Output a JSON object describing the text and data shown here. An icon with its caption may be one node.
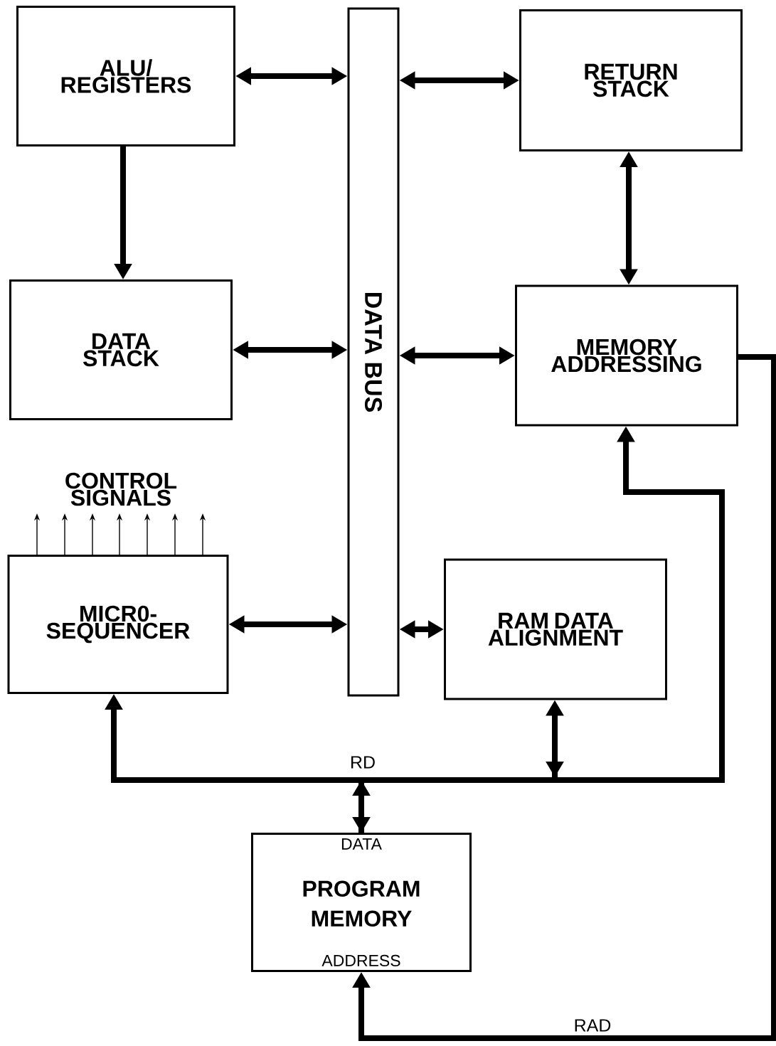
{
  "diagram": {
    "nodes": [
      {
        "text": [
          "ALU/ REGISTERS"
        ]
      },
      {
        "text": [
          "DATA BUS"
        ]
      },
      {
        "text": [
          "RETURN STACK"
        ]
      },
      {
        "text": [
          "DATA STACK"
        ]
      },
      {
        "text": [
          "MEMORY ADDRESSING"
        ]
      },
      {
        "text": [
          "MICR0- SEQUENCER"
        ]
      },
      {
        "text": [
          "RAM DATA ALIGNMENT"
        ]
      },
      {
        "text": [
          "DATA",
          "PROGRAM MEMORY",
          "ADDRESS"
        ]
      },
      {
        "text": [
          "CONTROL SIGNALS"
        ]
      }
    ],
    "edges": [
      {
        "from": 0,
        "to": 1,
        "arrow": "both"
      },
      {
        "from": 1,
        "to": 2,
        "arrow": "both"
      },
      {
        "from": 0,
        "to": 3,
        "arrow": "to"
      },
      {
        "from": 2,
        "to": 4,
        "arrow": "both"
      },
      {
        "from": 3,
        "to": 1,
        "arrow": "both"
      },
      {
        "from": 1,
        "to": 4,
        "arrow": "both"
      },
      {
        "from": 5,
        "to": 1,
        "arrow": "both"
      },
      {
        "from": 1,
        "to": 6,
        "arrow": "both"
      },
      {
        "from": 7,
        "to": 5,
        "arrow": "both"
      },
      {
        "from": 7,
        "to": 6,
        "arrow": "to",
        "label": "RD"
      },
      {
        "from": 7,
        "to": 4,
        "arrow": "to"
      },
      {
        "from": 4,
        "to": 7,
        "arrow": "to",
        "label": "RAD"
      },
      {
        "from": 5,
        "to": 8,
        "arrow": "to"
      },
      {
        "from": 5,
        "to": 8,
        "arrow": "to"
      },
      {
        "from": 5,
        "to": 8,
        "arrow": "to"
      },
      {
        "from": 5,
        "to": 8,
        "arrow": "to"
      },
      {
        "from": 5,
        "to": 8,
        "arrow": "to"
      },
      {
        "from": 5,
        "to": 8,
        "arrow": "to"
      },
      {
        "from": 5,
        "to": 8,
        "arrow": "to"
      }
    ],
    "labels": []
  }
}
